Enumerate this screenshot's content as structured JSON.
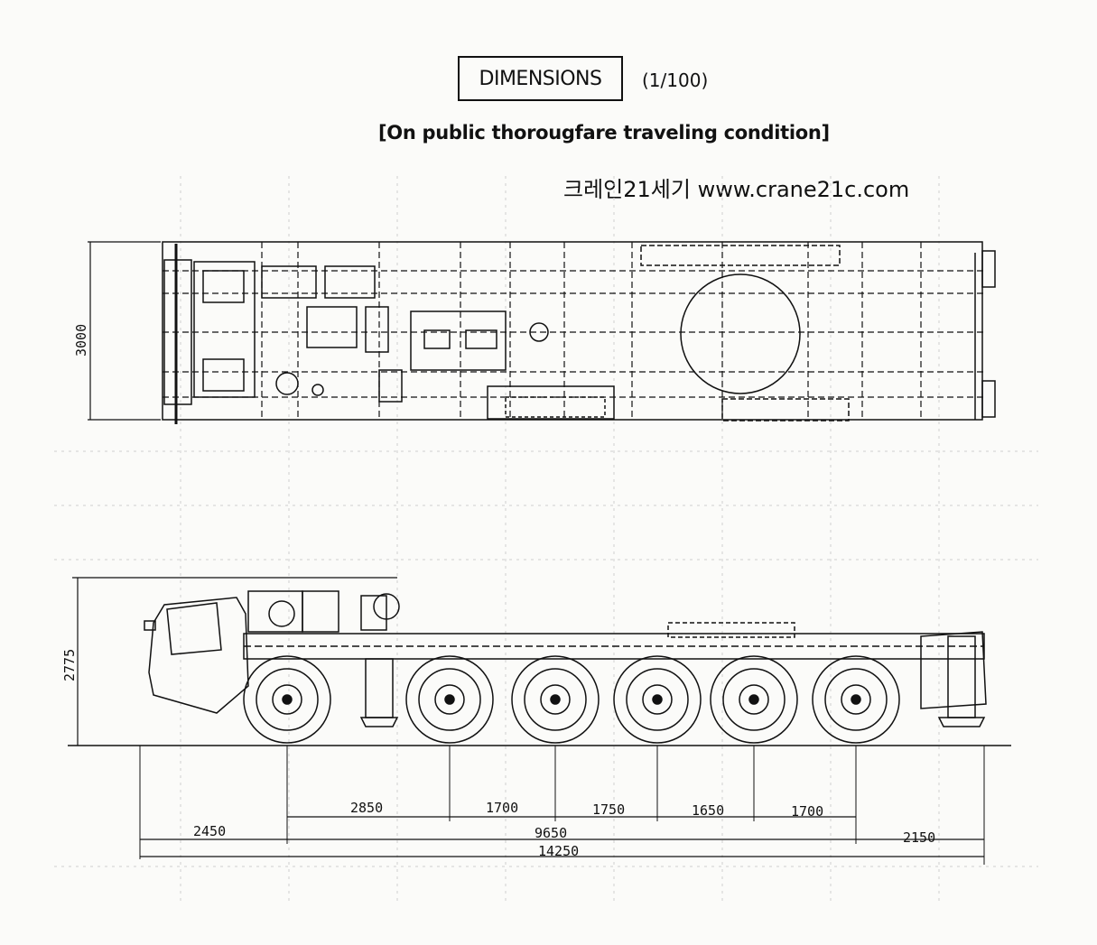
{
  "header": {
    "title": "DIMENSIONS",
    "scale": "(1/100)",
    "subtitle": "[On public thorougfare traveling condition]",
    "watermark": "크레인21세기 www.crane21c.com"
  },
  "plan_view": {
    "width_dim": "3000"
  },
  "side_view": {
    "height_dim": "2775",
    "axle_spacings": [
      "2850",
      "1700",
      "1750",
      "1650",
      "1700"
    ],
    "front_overhang": "2450",
    "wheelbase": "9650",
    "rear_overhang": "2150",
    "overall_length": "14250"
  }
}
